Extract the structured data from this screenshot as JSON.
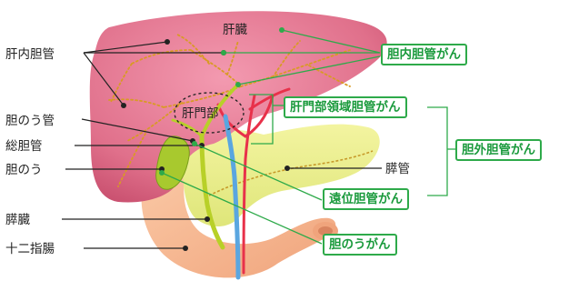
{
  "labels": {
    "liver": "肝臓",
    "intrahepatic_duct": "肝内胆管",
    "hilum": "肝門部",
    "cystic_duct": "胆のう管",
    "common_bile_duct": "総胆管",
    "gallbladder": "胆のう",
    "pancreas": "膵臓",
    "duodenum": "十二指腸",
    "pancreatic_duct": "膵管"
  },
  "cancer_boxes": {
    "intrahepatic": "胆内胆管がん",
    "hilar": "肝門部領域胆管がん",
    "extrahepatic": "胆外胆管がん",
    "distal": "遠位胆管がん",
    "gallbladder": "胆のうがん"
  },
  "colors": {
    "accent_green": "#2eaa4a",
    "liver": "#de6f8a",
    "gallbladder": "#9cc42a",
    "pancreas": "#eef08a",
    "duodenum": "#f6b58e"
  }
}
